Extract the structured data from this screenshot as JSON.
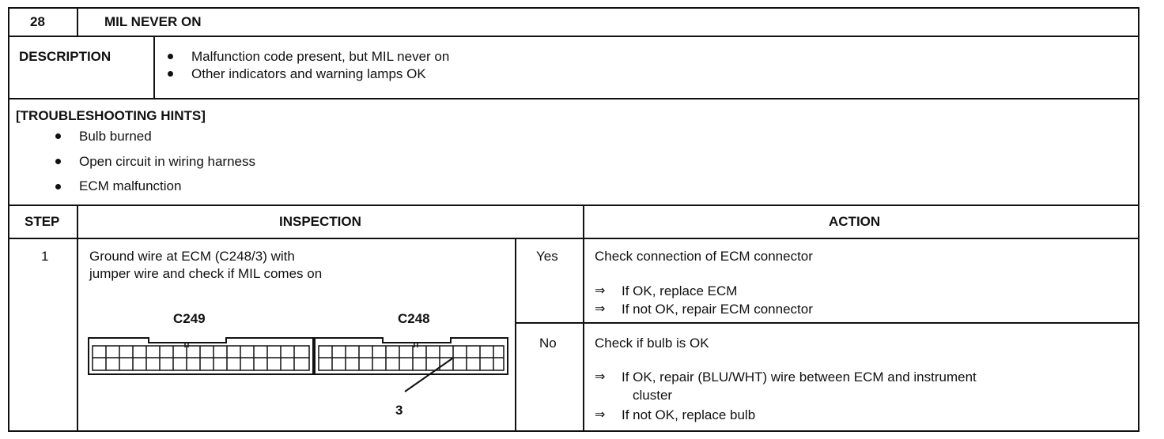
{
  "header": {
    "number": "28",
    "title": "MIL NEVER ON"
  },
  "description": {
    "label": "DESCRIPTION",
    "items": [
      "Malfunction code present, but MIL never on",
      "Other indicators and warning lamps OK"
    ]
  },
  "hints": {
    "title": "[TROUBLESHOOTING HINTS]",
    "items": [
      "Bulb burned",
      "Open circuit in wiring harness",
      "ECM malfunction"
    ]
  },
  "columns": {
    "step": "STEP",
    "inspection": "INSPECTION",
    "action": "ACTION"
  },
  "step1": {
    "number": "1",
    "inspection_lines": [
      "Ground wire at ECM (C248/3) with",
      "jumper wire and check if MIL comes on"
    ],
    "connector_left": "C249",
    "connector_right": "C248",
    "pin_label": "3",
    "yes": {
      "label": "Yes",
      "action": "Check connection of ECM connector",
      "arrow": "⇒",
      "results": [
        "If OK, replace ECM",
        "If not OK, repair ECM connector"
      ]
    },
    "no": {
      "label": "No",
      "action": "Check if bulb is OK",
      "arrow": "⇒",
      "results": [
        "If OK, repair (BLU/WHT) wire between ECM and instrument",
        "cluster",
        "If not OK, replace bulb"
      ]
    }
  }
}
